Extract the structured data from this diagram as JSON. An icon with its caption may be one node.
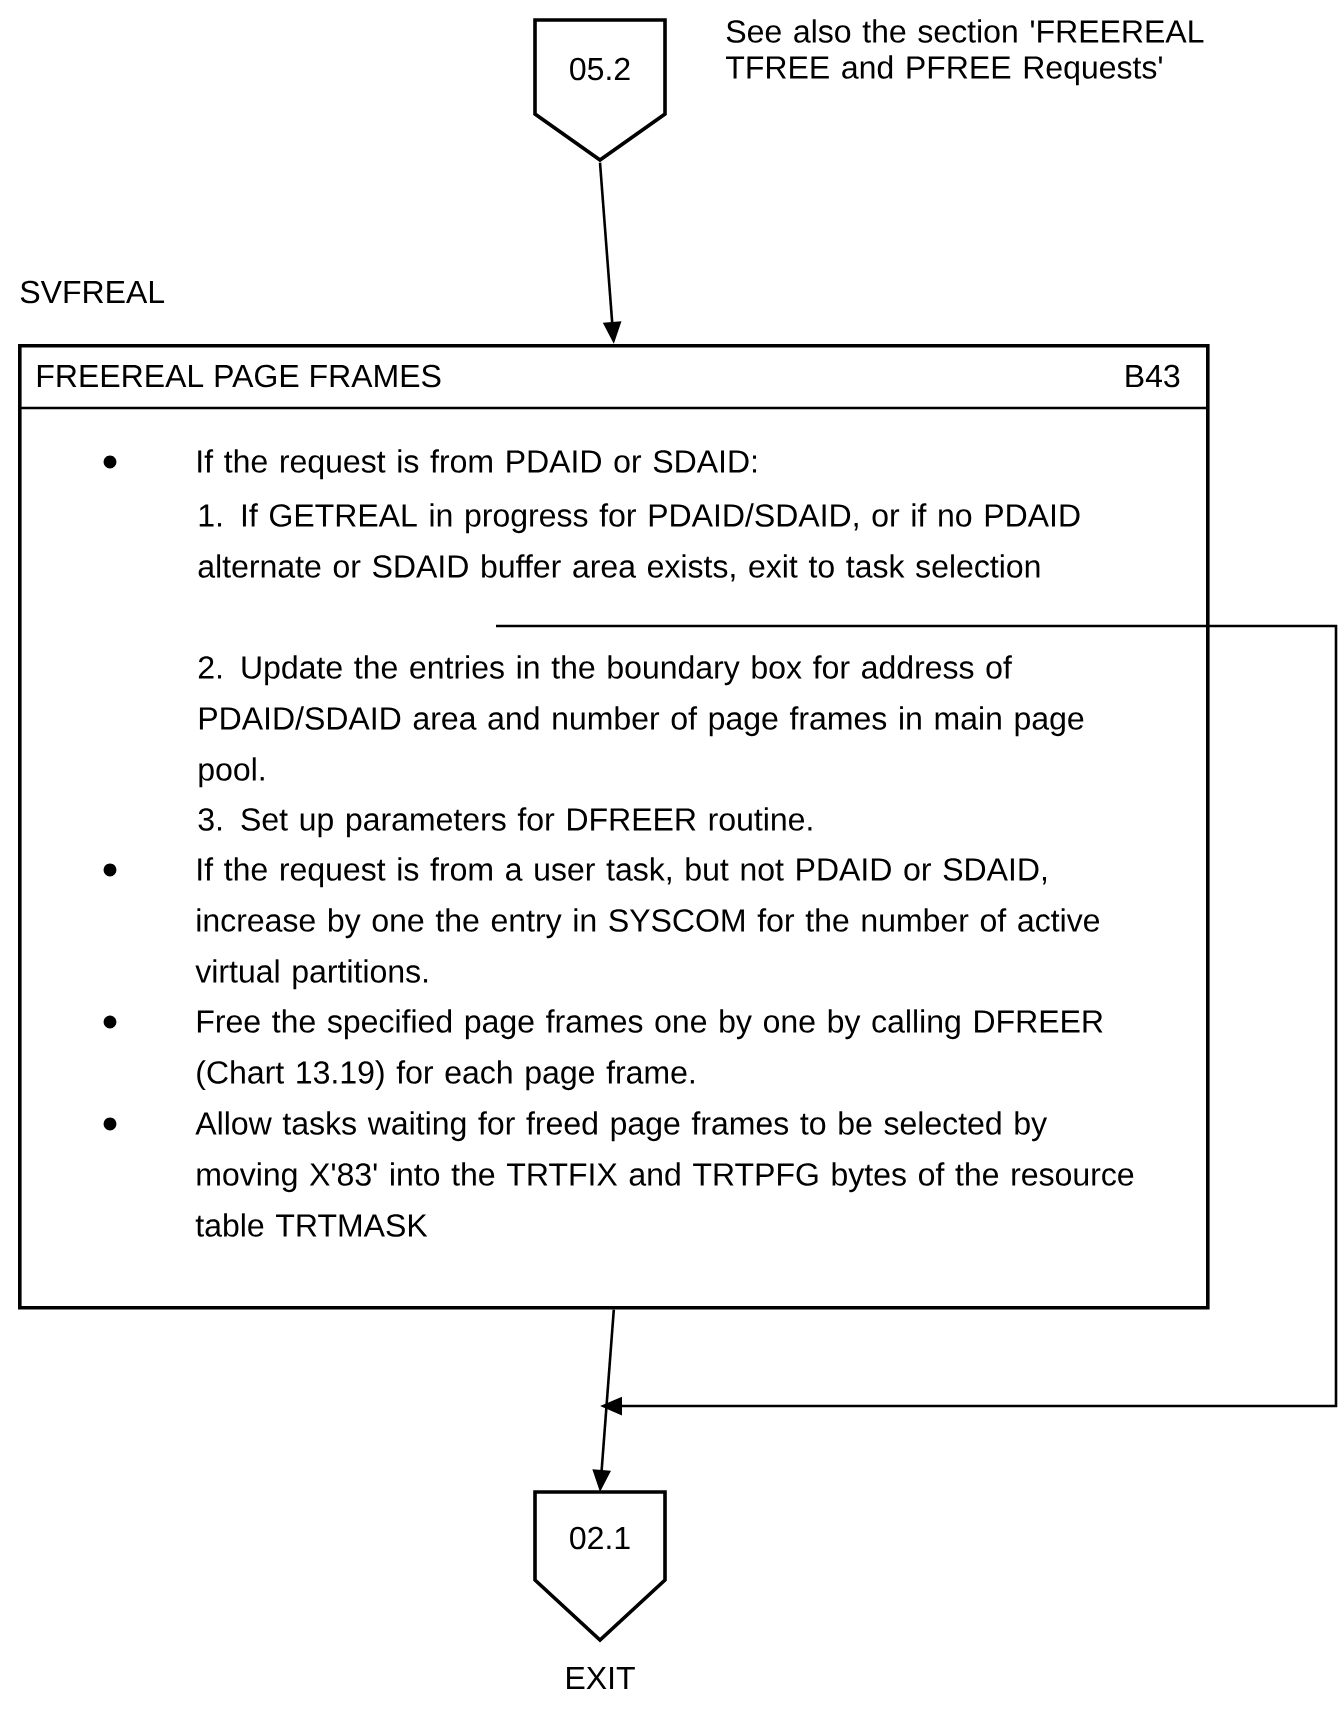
{
  "diagram": {
    "nodes": [
      {
        "text": [
          "05.2"
        ],
        "beside": [
          "See also the section 'FREEREAL TFREE and PFREE Requests'"
        ]
      },
      {
        "text": [
          "SVFREAL",
          "FREEREAL PAGE FRAMES",
          "B43",
          "If the request is from PDAID or SDAID:",
          "1. If GETREAL in progress for PDAID/SDAID, or if no PDAID alternate or SDAID buffer area exists, exit to task selection",
          "2. Update the entries in the boundary box for address of PDAID/SDAID area and number of page frames in main page pool.",
          "3. Set up parameters for DFREER routine.",
          "If the request is from a user task, but not PDAID or SDAID, increase by one the entry in SYSCOM for the number of active virtual partitions.",
          "Free the specified page frames one by one by calling DFREER (Chart 13.19) for each page frame.",
          "Allow tasks waiting for freed page frames to be selected by moving X'83' into the TRTFIX and TRTPFG bytes of the resource table TRTMASK"
        ]
      },
      {
        "text": [
          "02.1"
        ],
        "beside": [
          "EXIT"
        ]
      }
    ],
    "edges": [
      {
        "from": 0,
        "to": 1,
        "arrow": "to"
      },
      {
        "from": 1,
        "to": 2,
        "arrow": "to"
      },
      {
        "from": 1,
        "to": 2,
        "arrow": "to"
      }
    ]
  }
}
